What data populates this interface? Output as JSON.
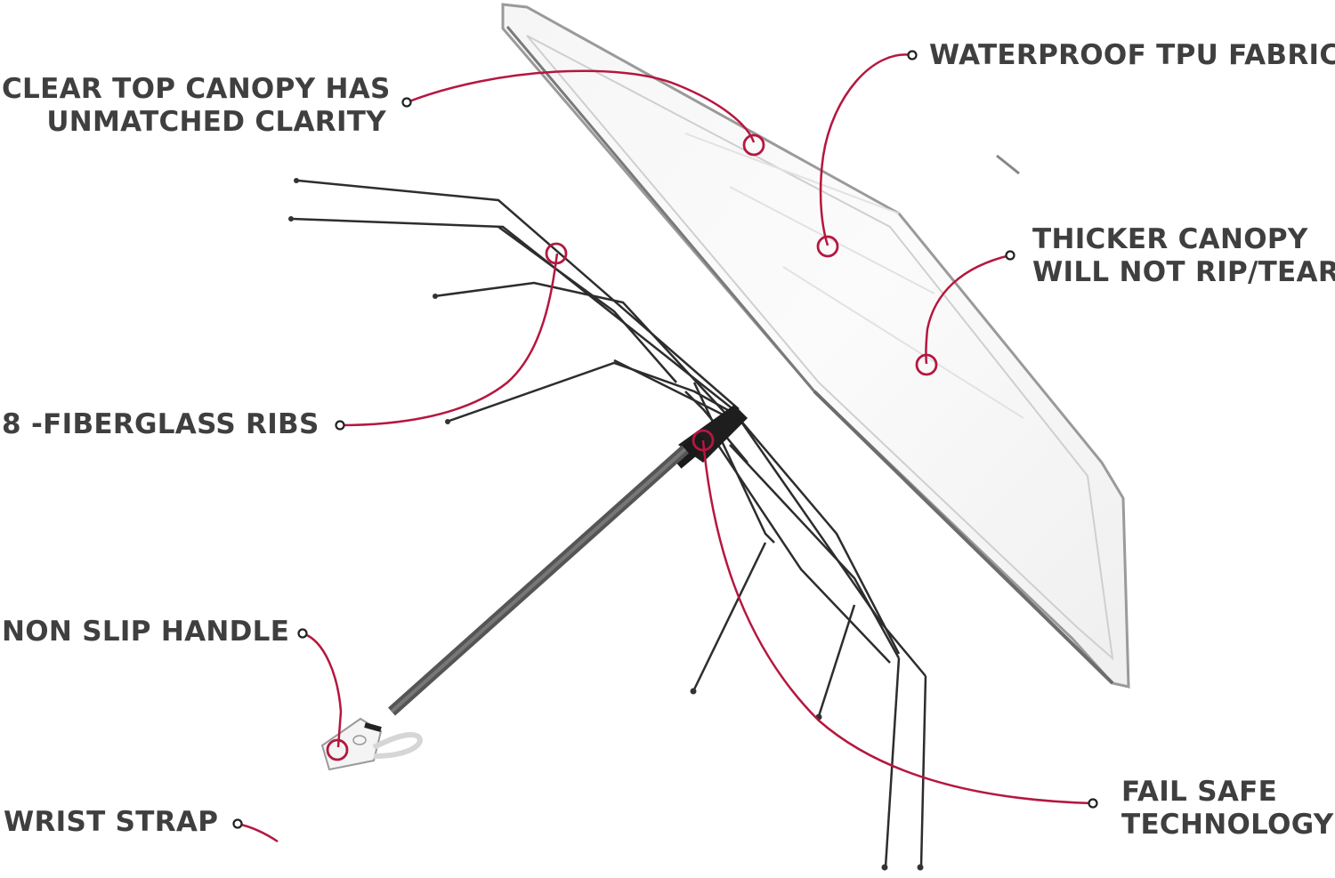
{
  "accent_color": "#b5173f",
  "text_color": "#3f3f3f",
  "callouts": {
    "clear_canopy": {
      "line1": "CLEAR TOP CANOPY HAS",
      "line2": "UNMATCHED CLARITY"
    },
    "waterproof": {
      "line1": "WATERPROOF TPU FABRIC"
    },
    "thicker_canopy": {
      "line1": "THICKER CANOPY",
      "line2": "WILL NOT RIP/TEAR"
    },
    "ribs": {
      "line1": "8 -FIBERGLASS RIBS"
    },
    "handle": {
      "line1": "NON SLIP HANDLE"
    },
    "wrist_strap": {
      "line1": "WRIST STRAP"
    },
    "fail_safe": {
      "line1": "FAIL SAFE",
      "line2": "TECHNOLOGY"
    }
  },
  "icons": [
    "umbrella-illustration",
    "callout-dot-icon",
    "callout-ring-icon"
  ]
}
